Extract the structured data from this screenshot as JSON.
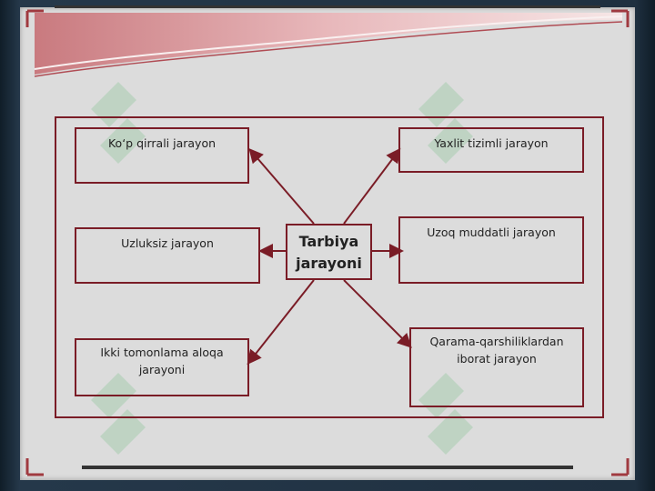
{
  "diagram": {
    "center": {
      "line1": "Tarbiya",
      "line2": "jarayoni"
    },
    "nodes": [
      {
        "id": "top-left",
        "text": "Ko‘p qirrali jarayon"
      },
      {
        "id": "mid-left",
        "text": "Uzluksiz jarayon"
      },
      {
        "id": "bottom-left",
        "text": "Ikki tomonlama aloqa jarayoni"
      },
      {
        "id": "top-right",
        "text": "Yaxlit tizimli jarayon"
      },
      {
        "id": "mid-right",
        "text": "Uzoq muddatli jarayon"
      },
      {
        "id": "bottom-right",
        "text": "Qarama-qarshiliklardan iborat jarayon"
      }
    ],
    "colors": {
      "border": "#7a1c26",
      "slide": "#dcdcdc",
      "accent": "#c25a62"
    }
  }
}
